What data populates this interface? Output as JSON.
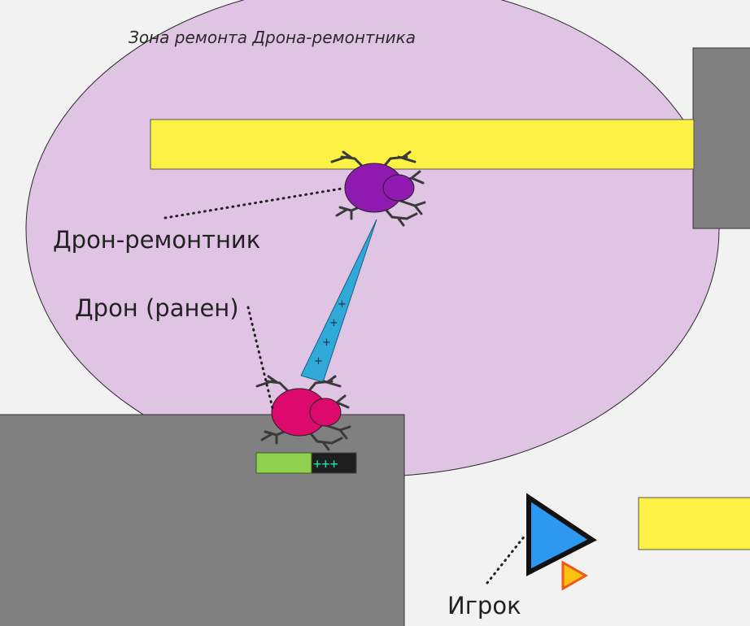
{
  "labels": {
    "zone_title": "Зона ремонта Дрона-ремонтника",
    "repair_drone": "Дрон-ремонтник",
    "injured_drone": "Дрон (ранен)",
    "player": "Игрок"
  },
  "health_bar": {
    "fill_fraction": 0.55,
    "repair_marks": "+++"
  },
  "beam_marks": [
    "+",
    "+",
    "+",
    "+"
  ],
  "colors": {
    "background": "#f2f2f2",
    "zone": "#e0c4e4",
    "wall": "#808080",
    "barrier": "#fdf243",
    "repair_drone": "#8e1ab0",
    "injured_drone": "#dc0a6c",
    "beam": "#2ea9d8",
    "player": "#2d98ef",
    "player_pointer": "#ffc20e",
    "health_fill": "#8fd14f",
    "health_bg": "#1e1e1e"
  }
}
